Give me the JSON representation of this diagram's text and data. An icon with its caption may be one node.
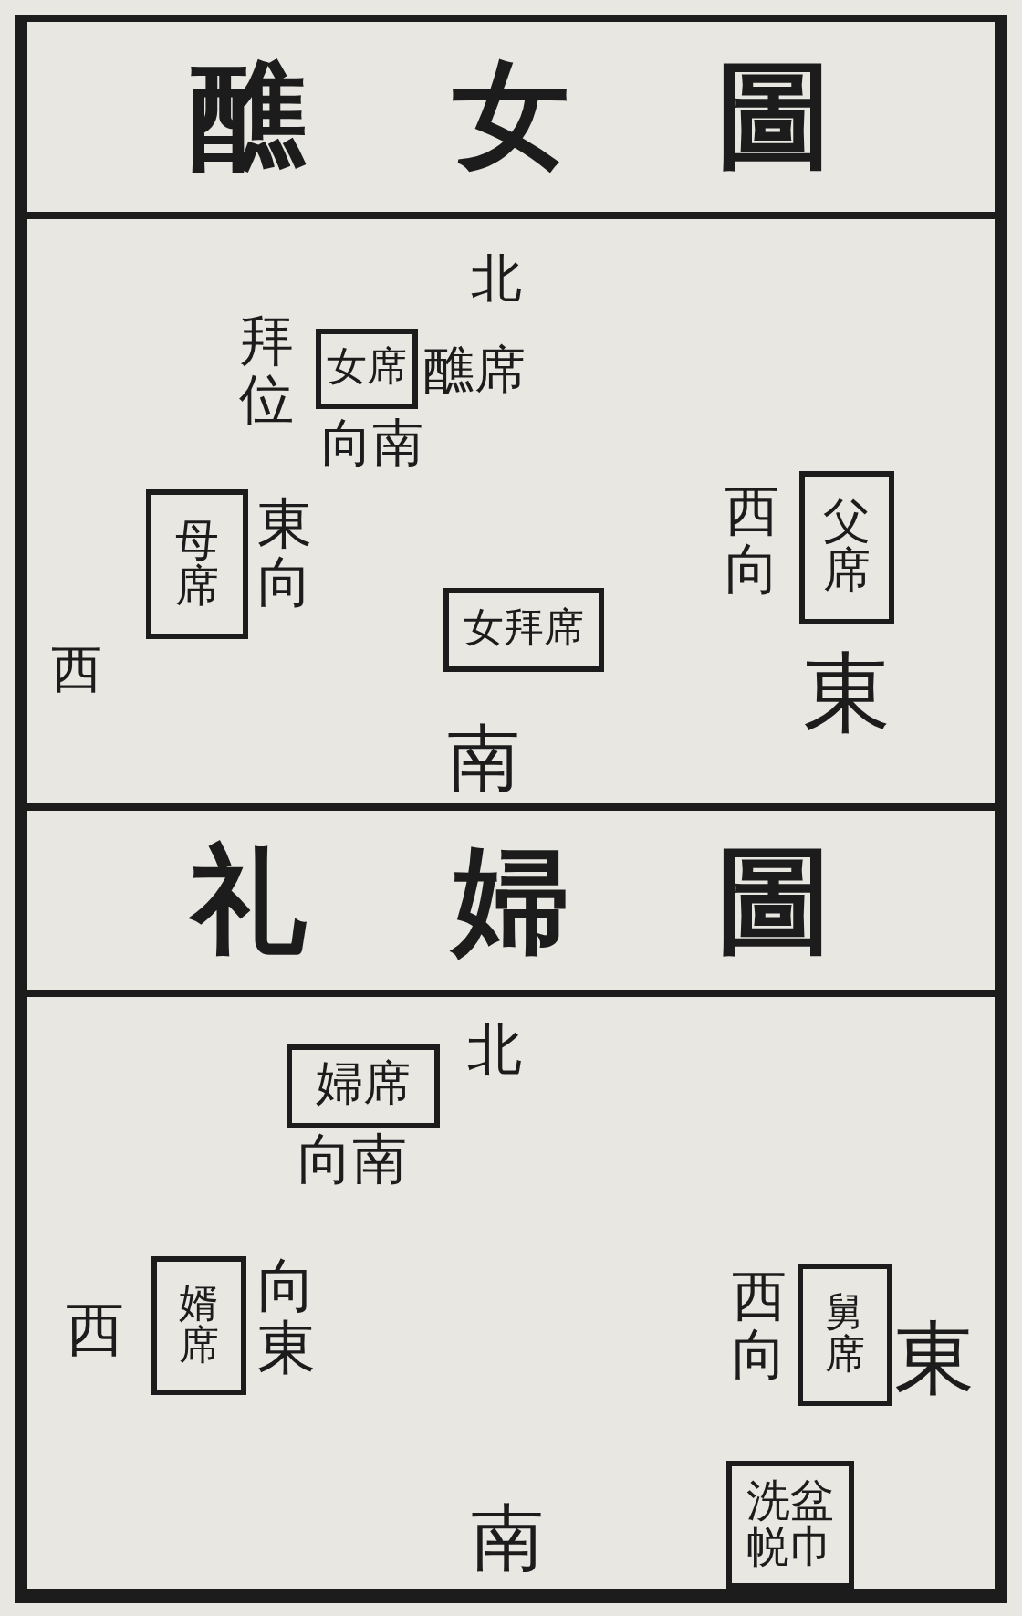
{
  "diagram": {
    "nodes": [
      {
        "text": [
          "醮女圖"
        ]
      },
      {
        "text": [],
        "shape": "box"
      },
      {
        "text": [
          "女席"
        ],
        "in": 1,
        "beside": [
          "向南"
        ]
      },
      {
        "text": [
          "母席"
        ],
        "in": 1,
        "beside": [
          "東向"
        ]
      },
      {
        "text": [
          "父席"
        ],
        "in": 1,
        "beside": [
          "西向"
        ]
      },
      {
        "text": [
          "女拜席"
        ],
        "in": 1
      },
      {
        "text": [
          "礼婦圖"
        ]
      },
      {
        "text": [],
        "shape": "box"
      },
      {
        "text": [
          "婦席"
        ],
        "in": 7,
        "beside": [
          "向南"
        ]
      },
      {
        "text": [
          "婿席"
        ],
        "in": 7,
        "beside": [
          "向東"
        ]
      },
      {
        "text": [
          "舅席"
        ],
        "in": 7,
        "beside": [
          "西向"
        ]
      },
      {
        "text": [
          "洗盆帨巾"
        ],
        "in": 7
      }
    ],
    "edges": [],
    "labels": [
      "北",
      "醮席",
      "拜位",
      "西",
      "東",
      "南",
      "北",
      "西",
      "東",
      "南"
    ]
  }
}
